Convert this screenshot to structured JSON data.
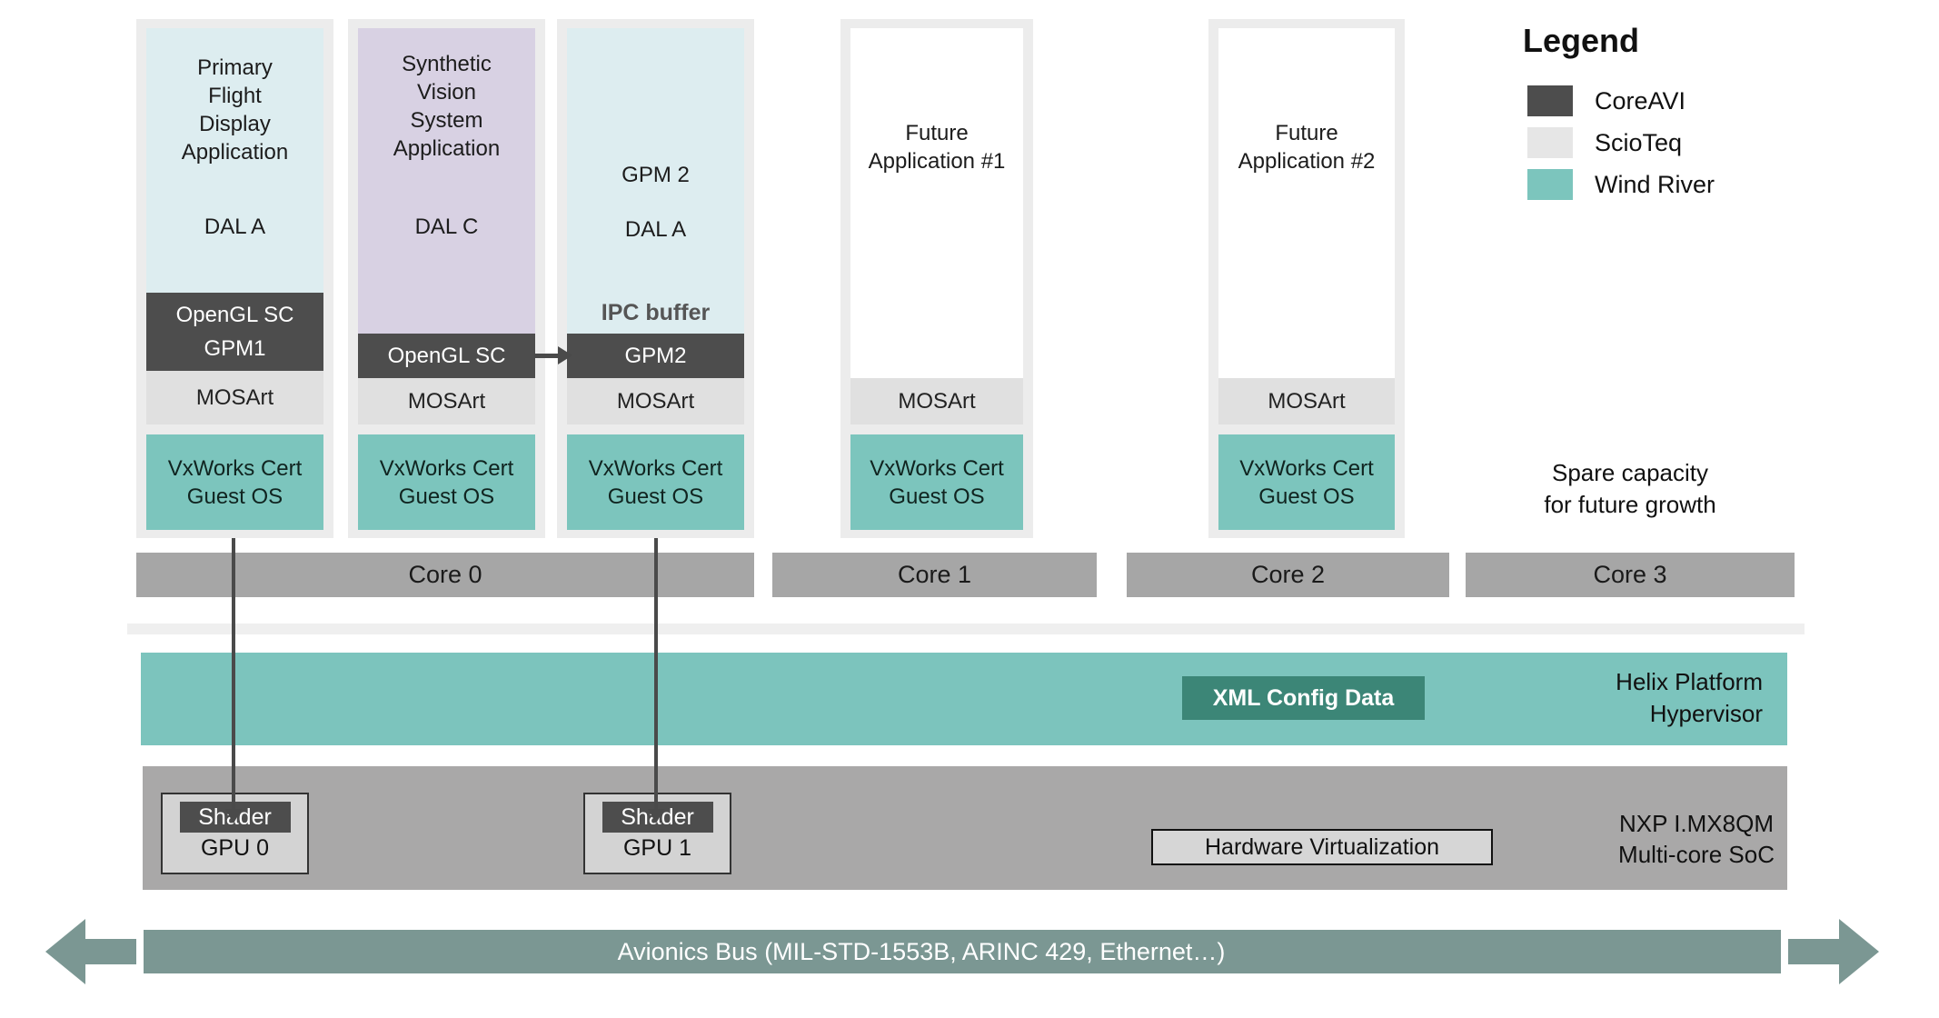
{
  "legend": {
    "title": "Legend",
    "items": [
      {
        "name": "CoreAVI",
        "color": "#4d4d4d"
      },
      {
        "name": "ScioTeq",
        "color": "#e6e6e6"
      },
      {
        "name": "Wind River",
        "color": "#7cc5bd"
      }
    ]
  },
  "partitions": [
    {
      "name": "Primary\nFlight\nDisplay\nApplication",
      "dal": "DAL A",
      "graphics": "OpenGL SC\nGPM1",
      "mosart": "MOSArt",
      "guest_os": "VxWorks Cert\nGuest OS"
    },
    {
      "name": "Synthetic\nVision\nSystem\nApplication",
      "dal": "DAL C",
      "graphics": "OpenGL SC",
      "mosart": "MOSArt",
      "guest_os": "VxWorks Cert\nGuest OS"
    },
    {
      "name": "GPM 2",
      "dal": "DAL A",
      "ipc_label": "IPC buffer",
      "graphics": "GPM2",
      "mosart": "MOSArt",
      "guest_os": "VxWorks Cert\nGuest OS"
    },
    {
      "name": "Future\nApplication #1",
      "mosart": "MOSArt",
      "guest_os": "VxWorks Cert\nGuest OS"
    },
    {
      "name": "Future\nApplication #2",
      "mosart": "MOSArt",
      "guest_os": "VxWorks Cert\nGuest OS"
    }
  ],
  "cores": [
    {
      "label": "Core 0"
    },
    {
      "label": "Core 1"
    },
    {
      "label": "Core 2"
    },
    {
      "label": "Core 3"
    }
  ],
  "spare_note": "Spare capacity\nfor future growth",
  "hypervisor": {
    "xml_box": "XML Config Data",
    "label": "Helix Platform\nHypervisor"
  },
  "soc": {
    "gpus": [
      {
        "shader": "Shader",
        "label": "GPU 0"
      },
      {
        "shader": "Shader",
        "label": "GPU 1"
      }
    ],
    "hw_virt": "Hardware Virtualization",
    "label": "NXP I.MX8QM\nMulti-core SoC"
  },
  "bus": {
    "label": "Avionics Bus (MIL-STD-1553B, ARINC 429, Ethernet…)"
  },
  "colors": {
    "coreavi_dark": "#4d4d4d",
    "scioteq_grey": "#e6e6e6",
    "windriver_teal": "#7cc5bd",
    "app_cyan": "#ddedf0",
    "app_purple": "#d8d1e3",
    "wrapper_grey": "#ececec",
    "mosart_grey": "#e0e0e0",
    "core_bar_grey": "#a6a6a6",
    "soc_grey": "#a9a8a8",
    "hypervisor_teal": "#7cc4bd",
    "xml_box_teal": "#3c8677",
    "bus_green": "#7b9793",
    "arrow_grey": "#4a4a4a"
  }
}
